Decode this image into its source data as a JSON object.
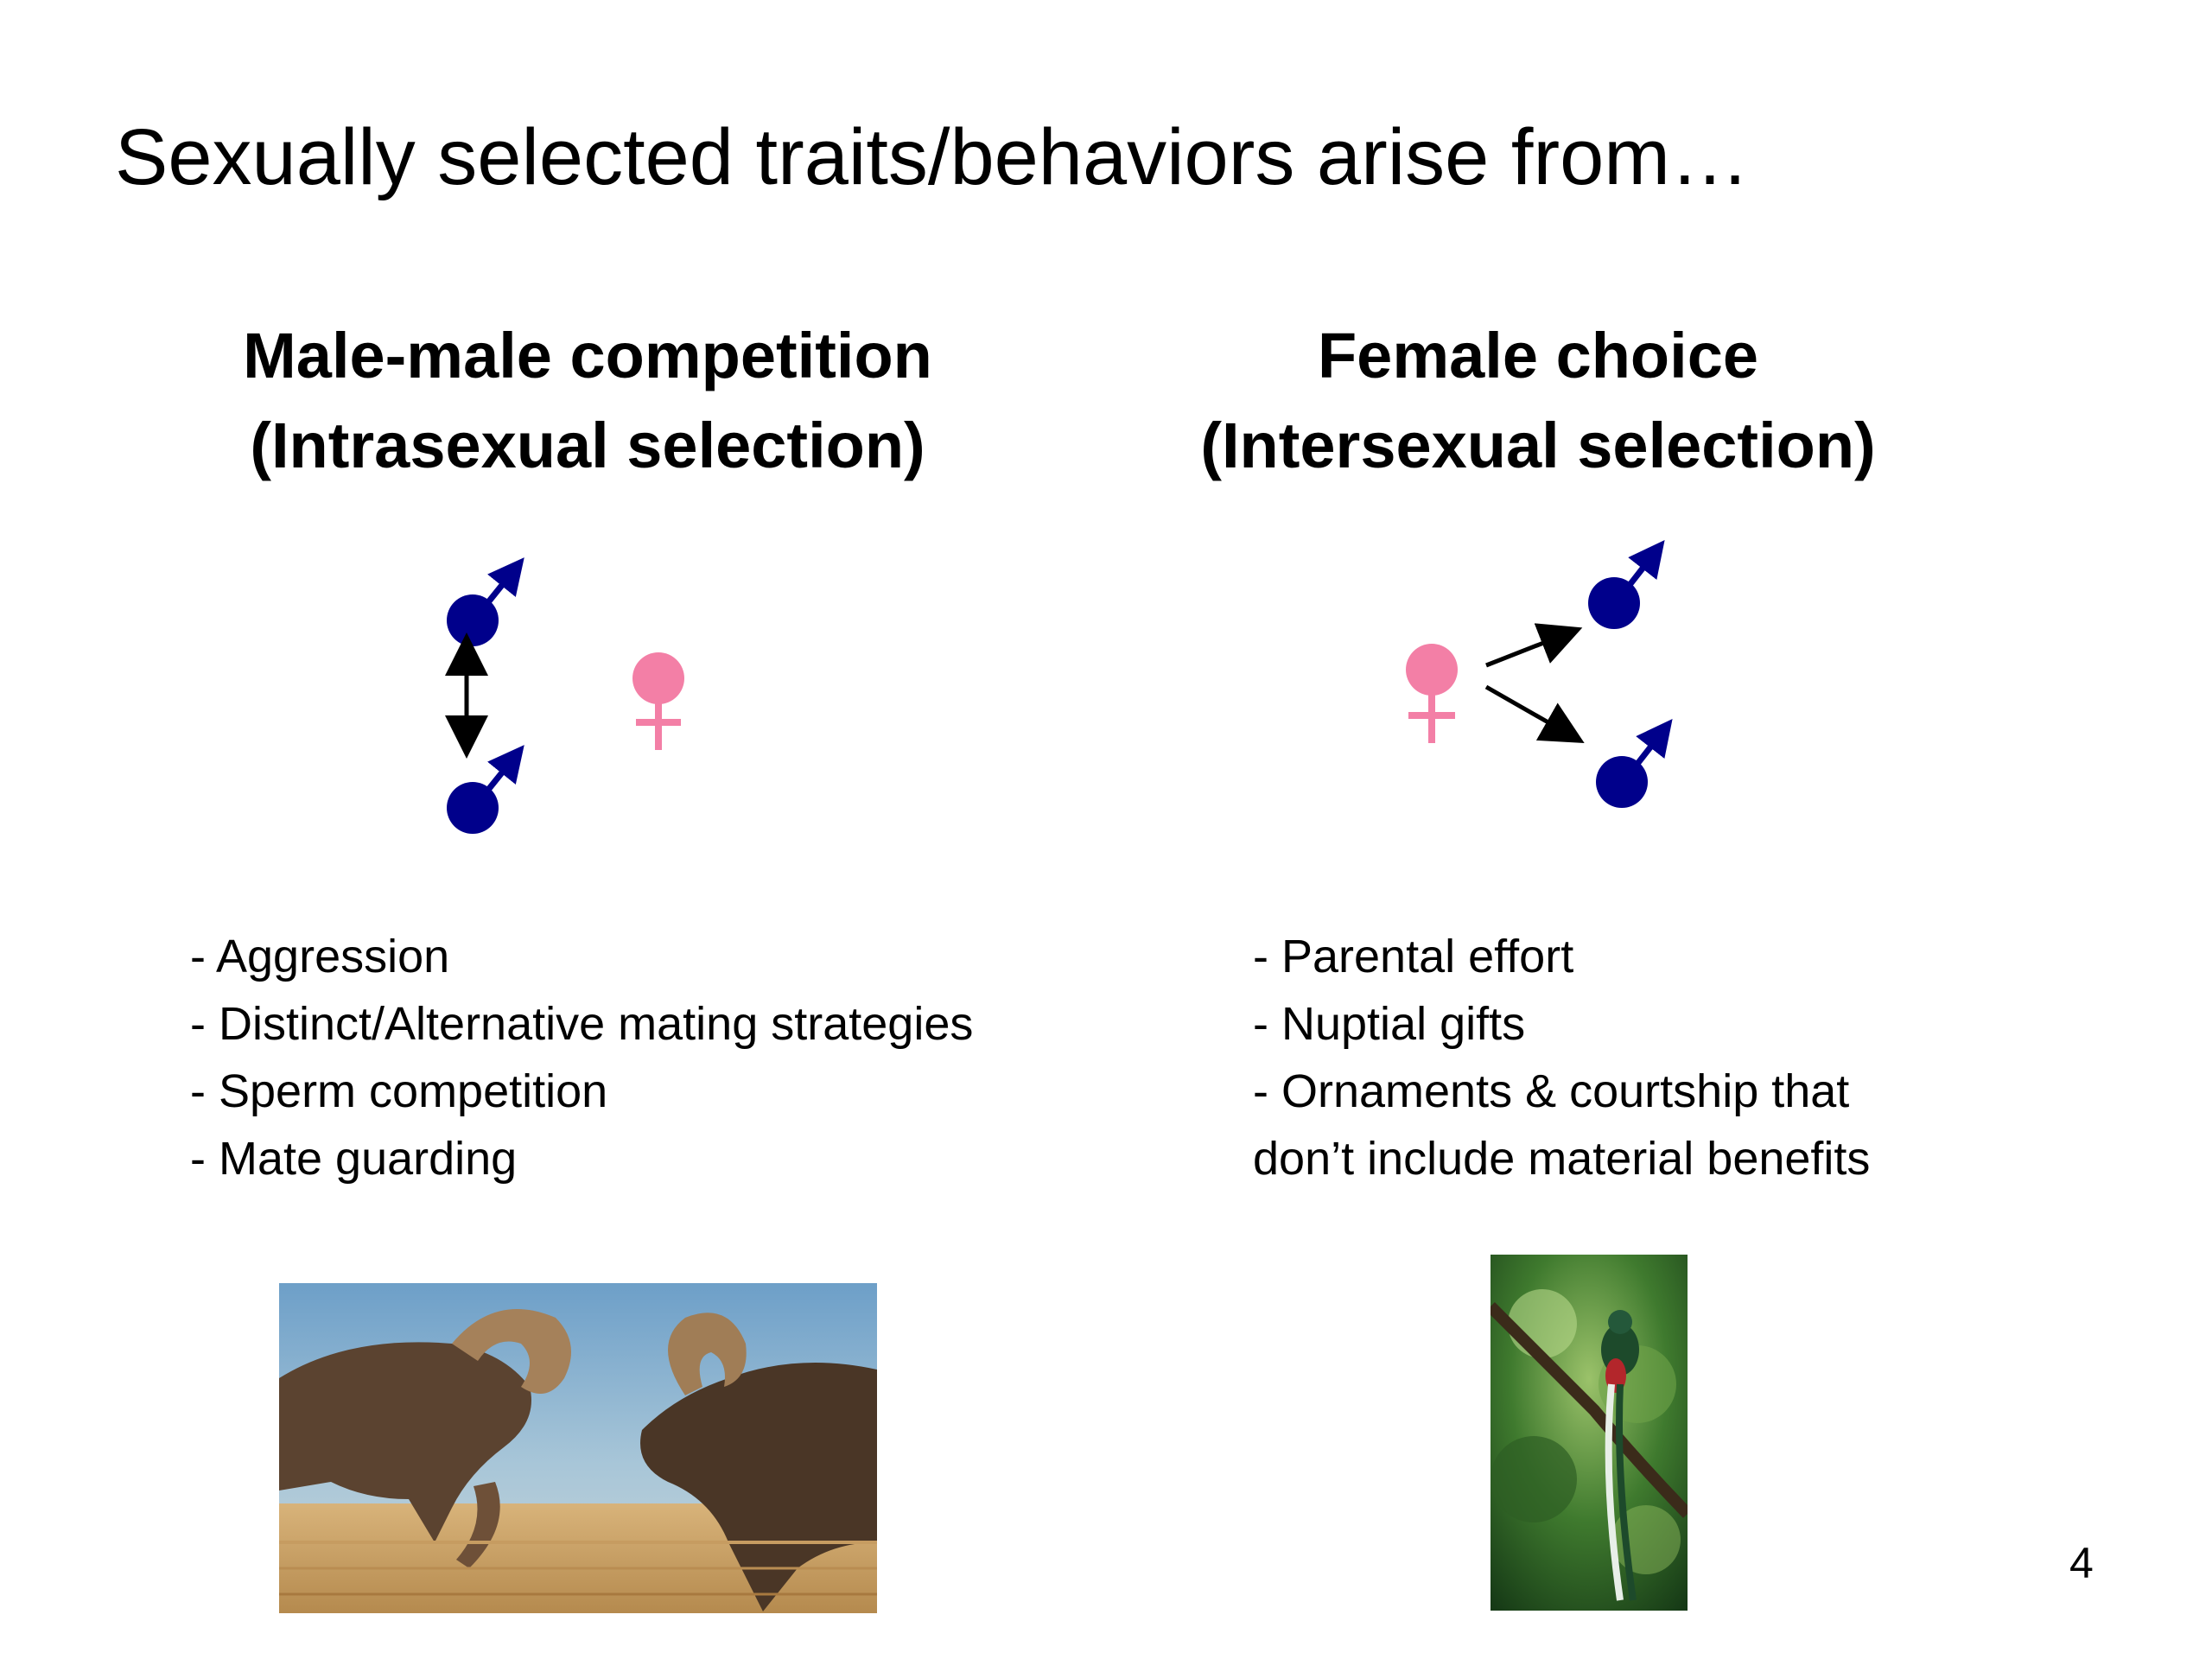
{
  "slide": {
    "title": "Sexually selected traits/behaviors arise from…",
    "page_number": "4"
  },
  "left": {
    "heading_line1": "Male-male competition",
    "heading_line2": "(Intrasexual selection)",
    "bullets": [
      "- Aggression",
      "- Distinct/Alternative mating strategies",
      "- Sperm competition",
      "- Mate guarding"
    ]
  },
  "right": {
    "heading_line1": "Female choice",
    "heading_line2": "(Intersexual selection)",
    "bullets": [
      "- Parental effort",
      "- Nuptial gifts",
      "- Ornaments & courtship that",
      "don’t include material benefits"
    ]
  },
  "colors": {
    "male_symbol": "#00008b",
    "female_symbol": "#f37fa6",
    "arrow": "#000000"
  },
  "icons": {
    "male": "male-symbol-icon",
    "female": "female-symbol-icon"
  }
}
